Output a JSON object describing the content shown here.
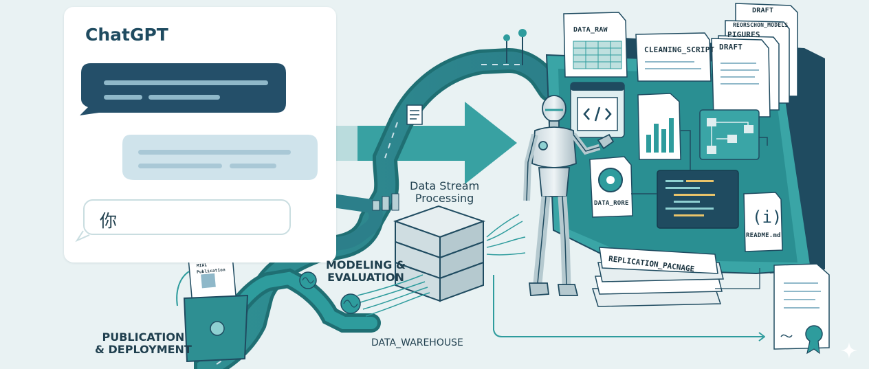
{
  "chat": {
    "title": "ChatGPT",
    "input_text": "你"
  },
  "labels": {
    "data_stream_line1": "Data Stream",
    "data_stream_line2": "Processing",
    "modeling_line1": "MODELING &",
    "modeling_line2": "EVALUATION",
    "publication_line1": "PUBLICATION",
    "publication_line2": "& DEPLOYMENT",
    "data_warehouse": "DATA_WAREHOUSE"
  },
  "folder_docs": {
    "data_raw": "DATA_RAW",
    "cleaning_script": "CLEANING_SCRIPT",
    "draft_back": "DRAFT",
    "research_models": "REORSCHON_MODELS",
    "figures": "PIGURES",
    "draft_front": "DRAFT"
  },
  "folder_screen": {
    "data_core": "DATA_RORE",
    "readme_symbol": "(i)",
    "readme_label": "README.md"
  },
  "replication_package": "REPLICATION_PACNAGE",
  "mini_doc": {
    "line1": "MIAL",
    "line2": "Publication"
  },
  "colors": {
    "teal_dark": "#1f6f73",
    "teal": "#2e9c9d",
    "navy": "#1f4b60",
    "bubble_dark": "#244f69",
    "bubble_light": "#cfe3eb",
    "background": "#e9f2f3"
  },
  "icons": [
    "chat-bubble-icon",
    "robot-figure",
    "server-stack-icon",
    "brain-icon",
    "gear-icon",
    "code-icon",
    "bar-chart-icon",
    "flowchart-icon",
    "certificate-icon",
    "folder-icon",
    "arrow-right-icon"
  ]
}
